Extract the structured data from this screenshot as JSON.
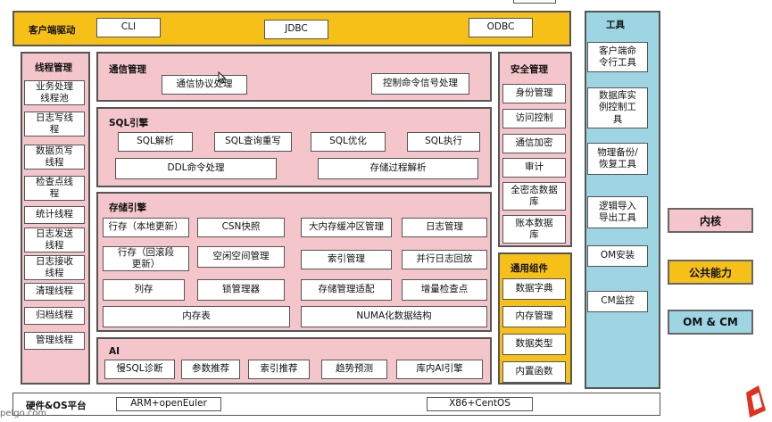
{
  "client": {
    "title": "客户端驱动",
    "items": [
      "CLI",
      "JDBC",
      "ODBC"
    ]
  },
  "thread": {
    "title": "线程管理",
    "items": [
      "业务处理\n线程池",
      "日志写线\n程",
      "数据页写\n线程",
      "检查点线\n程",
      "统计线程",
      "日志发送\n线程",
      "日志接收\n线程",
      "清理线程",
      "归档线程",
      "管理线程"
    ]
  },
  "comm": {
    "title": "通信管理",
    "items": [
      "通信协议处理",
      "控制命令信号处理"
    ]
  },
  "sql": {
    "title": "SQL引擎",
    "items": [
      "SQL解析",
      "SQL查询重写",
      "SQL优化",
      "SQL执行",
      "DDL命令处理",
      "存储过程解析"
    ]
  },
  "storage": {
    "title": "存储引擎",
    "items": [
      "行存（本地更新）",
      "CSN快照",
      "大内存缓冲区管理",
      "日志管理",
      "行存（回滚段\n更新）",
      "空闲空间管理",
      "索引管理",
      "并行日志回放",
      "列存",
      "锁管理器",
      "存储管理适配",
      "增量检查点",
      "内存表",
      "NUMA化数据结构"
    ]
  },
  "ai": {
    "title": "AI",
    "items": [
      "慢SQL诊断",
      "参数推荐",
      "索引推荐",
      "趋势预测",
      "库内AI引擎"
    ]
  },
  "security": {
    "title": "安全管理",
    "items": [
      "身份管理",
      "访问控制",
      "通信加密",
      "审计",
      "全密态数据\n库",
      "账本数据\n库"
    ]
  },
  "common": {
    "title": "通用组件",
    "items": [
      "数据字典",
      "内存管理",
      "数据类型",
      "内置函数"
    ]
  },
  "tools": {
    "title": "工具",
    "items": [
      "客户端命\n令行工具",
      "数据库实\n例控制工\n具",
      "物理备份/\n恢复工具",
      "逻辑导入\n导出工具",
      "OM安装",
      "CM监控"
    ]
  },
  "hw": {
    "title": "硬件&OS平台",
    "items": [
      "ARM+openEuler",
      "X86+CentOS"
    ]
  },
  "legend": {
    "items": [
      "内核",
      "公共能力",
      "OM & CM"
    ]
  },
  "colors": {
    "kernel": "#f4c6cb",
    "common": "#f6c018",
    "om": "#9ed5e3"
  },
  "watermark": "pelgo.com"
}
